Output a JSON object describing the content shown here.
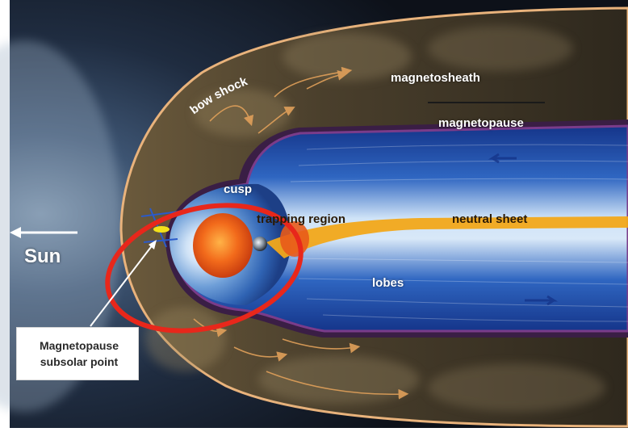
{
  "diagram": {
    "labels": {
      "sun": "Sun",
      "bow_shock": "bow shock",
      "magnetosheath": "magnetosheath",
      "magnetopause": "magnetopause",
      "cusp": "cusp",
      "trapping_region": "trapping region",
      "neutral_sheet": "neutral sheet",
      "lobes": "lobes"
    },
    "callout": {
      "text": "Magnetopause\nsubsolar point"
    },
    "colors": {
      "highlight_ring": "#e8271b",
      "bow_shock_edge": "#e9b37c",
      "magnetopause_edge": "#5a2a6b",
      "tail_blue": "#1f5fb4",
      "neutral_sheet": "#f2a81a",
      "earth_core": "#f06a1a"
    }
  }
}
